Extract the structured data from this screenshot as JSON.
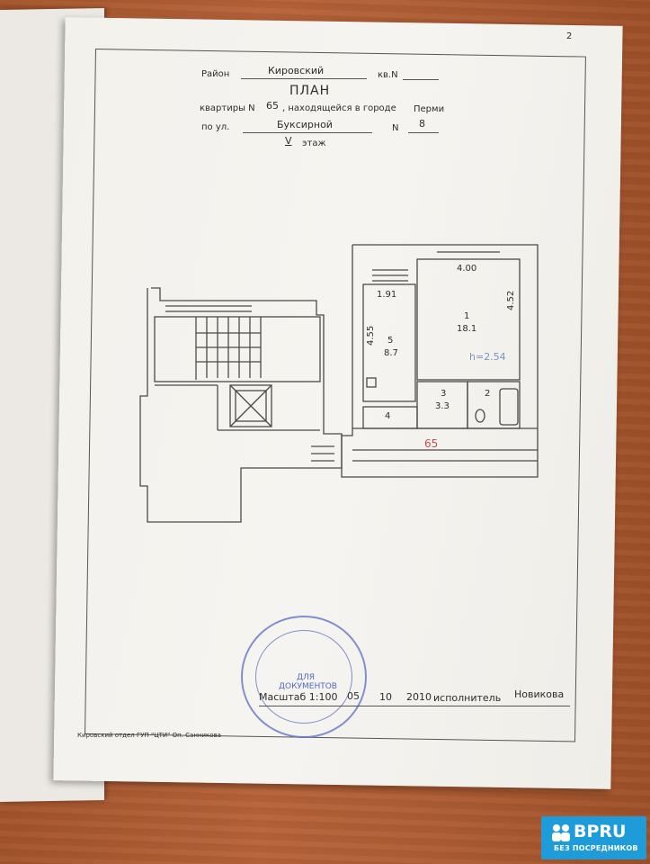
{
  "page_number": "2",
  "header": {
    "district_label": "Район",
    "district_value": "Кировский",
    "block_label": "кв.N",
    "title": "ПЛАН",
    "apartment_label": "квартиры N",
    "apartment_value": "65",
    "located_label": ", находящейся в городе",
    "city_value": "Перми",
    "street_label": "по ул.",
    "street_value": "Буксирной",
    "house_label": "N",
    "house_value": "8",
    "floor_value": "V",
    "floor_label": "этаж"
  },
  "plan": {
    "room1_width": "4.00",
    "room1_length": "4.52",
    "room1_number": "1",
    "room1_area": "18.1",
    "height": "h=2.54",
    "room5_width": "1.91",
    "room5_length": "4.55",
    "room5_number": "5",
    "room5_area": "8.7",
    "room3_number": "3",
    "room3_area": "3.3",
    "room2_number": "2",
    "room4_number": "4",
    "apartment_mark": "65",
    "line_color": "#4a4a4a",
    "apartment_mark_color": "#c0504d",
    "height_color": "#7a93c8"
  },
  "footer": {
    "scale_label": "Масштаб 1:100",
    "day": "05",
    "month": "10",
    "year": "2010",
    "executor_label": "исполнитель",
    "executor_value": "Новикова",
    "office": "Кировский отдел ГУП \"ЦТИ\" Оп. Санникова"
  },
  "stamp": {
    "inner_text": "ДЛЯ ДОКУМЕНТОВ",
    "color": "#5a6ec4"
  },
  "watermark": {
    "brand": "BPRU",
    "tagline": "БЕЗ ПОСРЕДНИКОВ",
    "color": "#1e9cd9"
  }
}
